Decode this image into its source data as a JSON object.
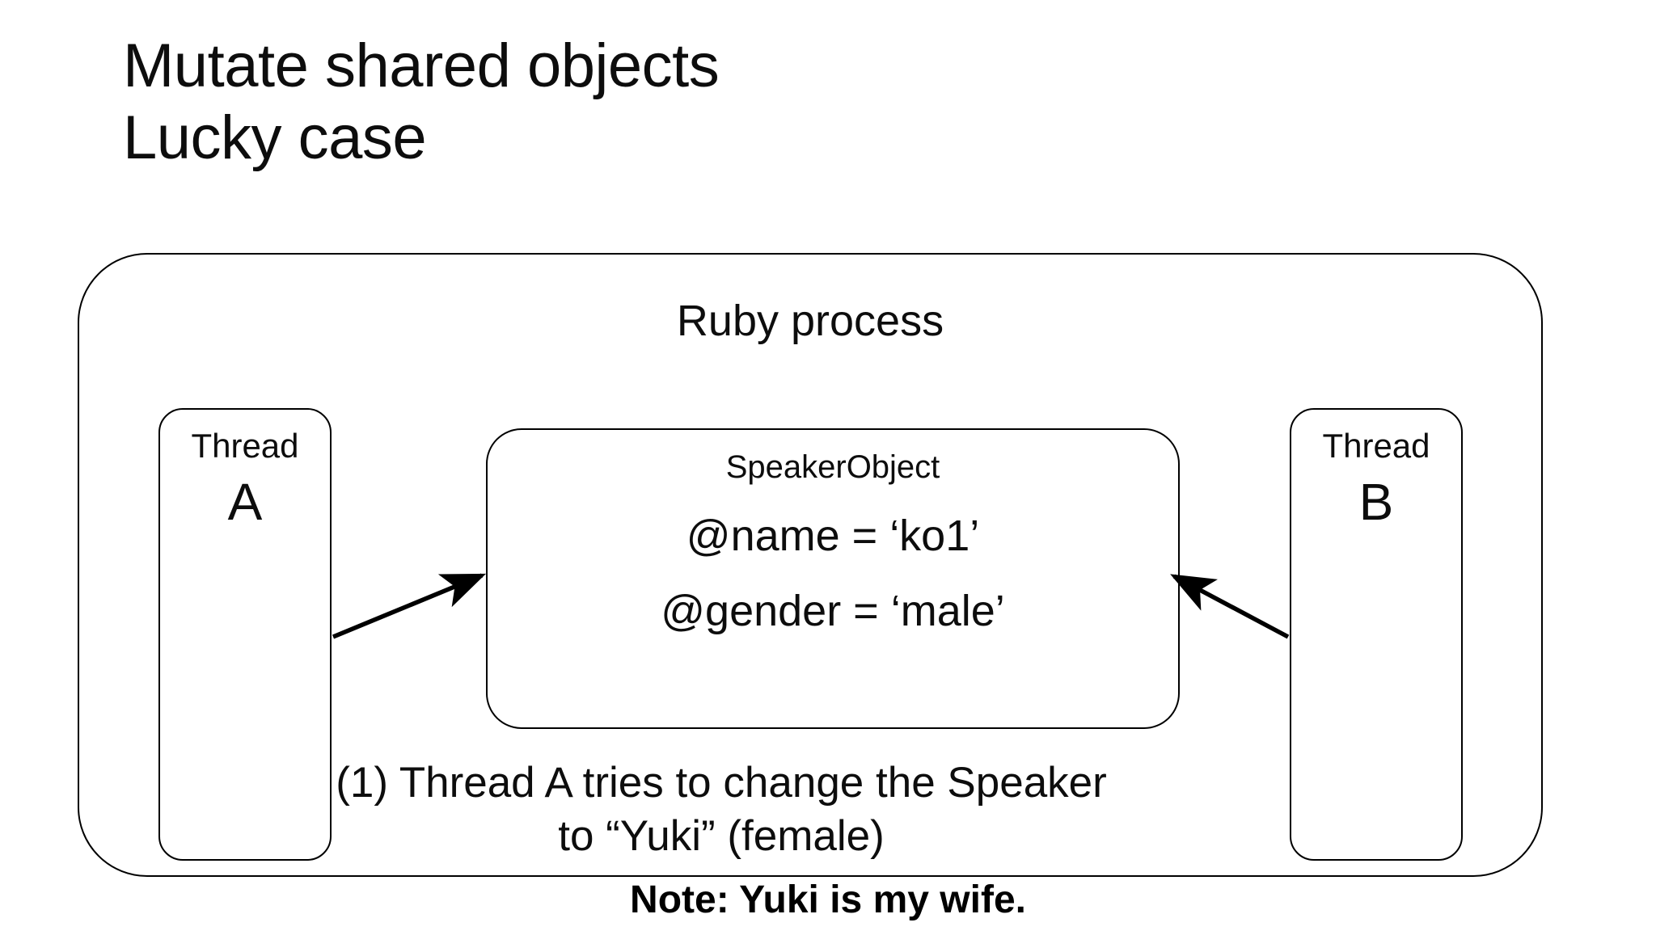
{
  "slide": {
    "title_lines": [
      "Mutate shared objects",
      "Lucky case"
    ],
    "title_line_1": "Mutate shared objects",
    "title_line_2": "Lucky case"
  },
  "diagram": {
    "container_label": "Ruby process",
    "threads": [
      {
        "word": "Thread",
        "letter": "A"
      },
      {
        "word": "Thread",
        "letter": "B"
      }
    ],
    "shared_object": {
      "title": "SpeakerObject",
      "attributes": [
        "@name = ‘ko1’",
        "@gender = ‘male’"
      ],
      "attr_name": "@name = ‘ko1’",
      "attr_gender": "@gender = ‘male’"
    },
    "arrows": [
      {
        "name": "thread-a-to-object",
        "from": "Thread A",
        "to": "SpeakerObject",
        "direction": "right"
      },
      {
        "name": "thread-b-to-object",
        "from": "Thread B",
        "to": "SpeakerObject",
        "direction": "left"
      }
    ],
    "caption_lines": [
      "(1) Thread A tries to change the Speaker",
      "to “Yuki” (female)"
    ],
    "caption_line_1": "(1) Thread A tries to change the Speaker",
    "caption_line_2": "to “Yuki” (female)"
  },
  "note": {
    "text": "Note: Yuki is my wife."
  },
  "colors": {
    "background": "#ffffff",
    "text": "#0d0d0d",
    "stroke": "#000000"
  }
}
